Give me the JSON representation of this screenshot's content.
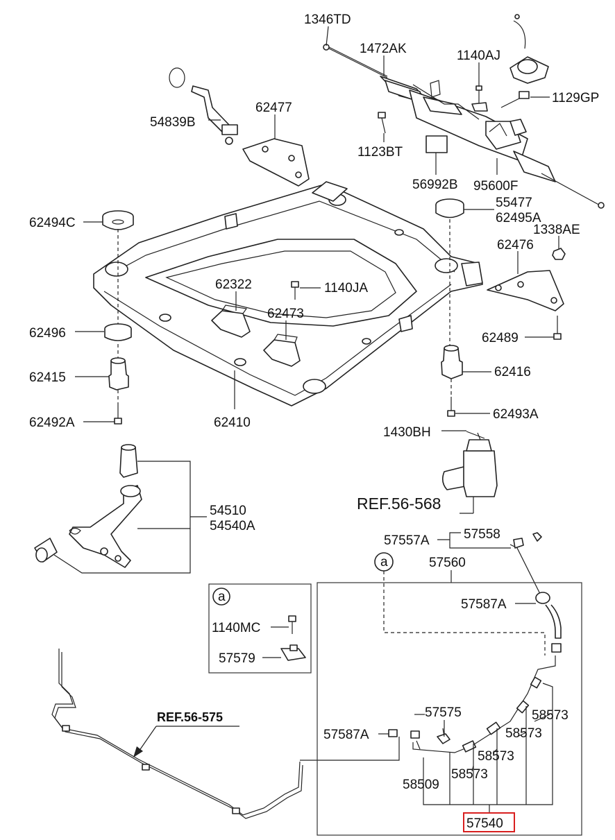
{
  "diagram": {
    "parts": {
      "p1346TD": "1346TD",
      "p1472AK": "1472AK",
      "p1140AJ": "1140AJ",
      "p1129GP": "1129GP",
      "p54839B": "54839B",
      "p62477": "62477",
      "p1123BT": "1123BT",
      "p56992B": "56992B",
      "p95600F": "95600F",
      "p55477": "55477",
      "p62495A": "62495A",
      "p62494C": "62494C",
      "p1338AE": "1338AE",
      "p62476": "62476",
      "p62322": "62322",
      "p1140JA": "1140JA",
      "p62473": "62473",
      "p62496": "62496",
      "p62489": "62489",
      "p62415": "62415",
      "p62416": "62416",
      "p62492A": "62492A",
      "p62410": "62410",
      "p62493A": "62493A",
      "p1430BH": "1430BH",
      "p54510": "54510",
      "p54540A": "54540A",
      "p57557A": "57557A",
      "p57558": "57558",
      "p57560": "57560",
      "p57587A_top": "57587A",
      "p1140MC": "1140MC",
      "p57579": "57579",
      "p57575": "57575",
      "p57587A_low": "57587A",
      "p58573_a": "58573",
      "p58573_b": "58573",
      "p58573_c": "58573",
      "p58573_d": "58573",
      "p58509": "58509",
      "p57540": "57540"
    },
    "refs": {
      "ref_56_568": "REF.56-568",
      "ref_56_575": "REF.56-575"
    },
    "callouts": {
      "detail_a_marker": "a",
      "inset_a_marker": "a"
    },
    "highlight_color": "#d81f1f"
  }
}
